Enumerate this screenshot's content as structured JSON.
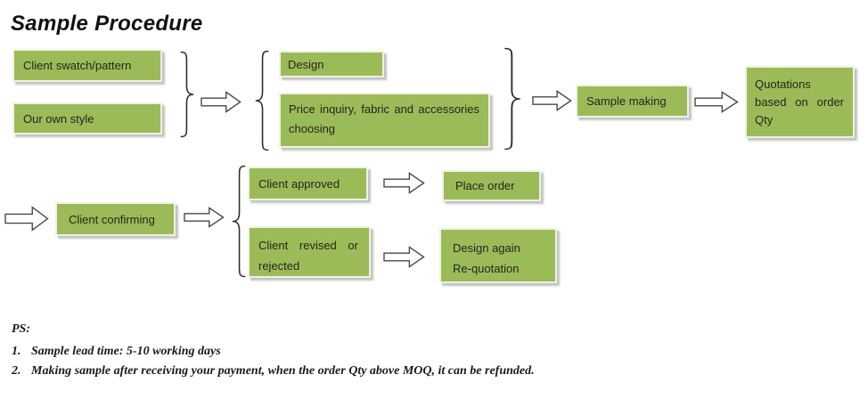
{
  "title": "Sample Procedure",
  "colors": {
    "box_fill": "#9bbb59",
    "box_border": "#eef3e2",
    "box_shadow": "#c2c2c2",
    "box_text": "#26261c",
    "arrow_outline": "#4a4a4a",
    "brace_stroke": "#2b2b2b"
  },
  "flow": {
    "sources": [
      {
        "label": "Client swatch/pattern"
      },
      {
        "label": "Our own style"
      }
    ],
    "process": {
      "design": {
        "label": "Design"
      },
      "price_inquiry": {
        "lines": [
          "Price inquiry, fabric and accessories",
          "choosing"
        ]
      }
    },
    "sample_making": {
      "label": "Sample making"
    },
    "quotation": {
      "lines": [
        "Quotations",
        "based on order",
        "Qty"
      ]
    },
    "client_confirming": {
      "label": "Client confirming"
    },
    "outcomes": {
      "approved": {
        "label": "Client approved"
      },
      "approved_next": {
        "label": "Place order"
      },
      "revised": {
        "lines": [
          "Client revised or",
          "rejected"
        ]
      },
      "revised_next": {
        "lines": [
          "Design again",
          "Re-quotation"
        ]
      }
    }
  },
  "notes": {
    "heading": "PS:",
    "items": [
      {
        "num": "1.",
        "text": "Sample lead time: 5-10 working days"
      },
      {
        "num": "2.",
        "text": "Making sample after receiving your payment, when the order Qty above MOQ, it can be refunded."
      }
    ]
  }
}
